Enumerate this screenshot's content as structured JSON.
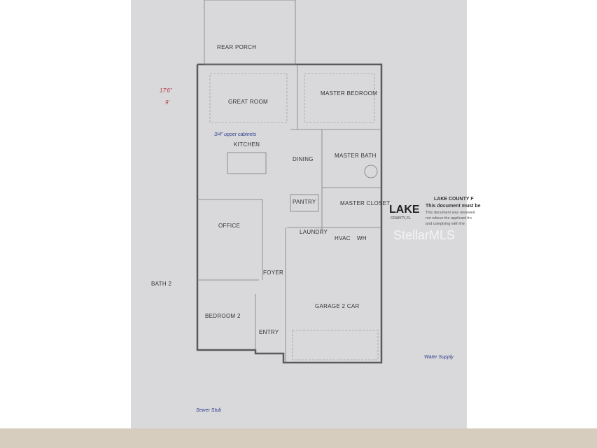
{
  "rooms": {
    "rear_porch": "REAR PORCH",
    "great_room": "GREAT ROOM",
    "master_bedroom": "MASTER BEDROOM",
    "kitchen": "KITCHEN",
    "dining": "DINING",
    "master_bath": "MASTER BATH",
    "pantry": "PANTRY",
    "master_closet": "MASTER CLOSET",
    "office": "OFFICE",
    "laundry": "LAUNDRY",
    "hvac": "HVAC",
    "wh": "WH",
    "foyer": "FOYER",
    "bath2": "BATH 2",
    "bedroom2": "BEDROOM 2",
    "entry": "ENTRY",
    "garage": "GARAGE 2 CAR"
  },
  "handwritten": {
    "height_note": "17'6\"",
    "nine": "9'",
    "upper_cabinets": "3/4\" upper cabinets",
    "water_supply": "Water Supply",
    "sewer_stub": "Sewer Stub"
  },
  "stamp": {
    "title": "LAKE COUNTY F",
    "line1": "This document must be",
    "line2": "This document was reviewed",
    "line3": "not relieve the applicant fro",
    "line4": "and complying with the",
    "logo": "LAKE",
    "logo_sub": "COUNTY, FL"
  },
  "watermark": "StellarMLS"
}
